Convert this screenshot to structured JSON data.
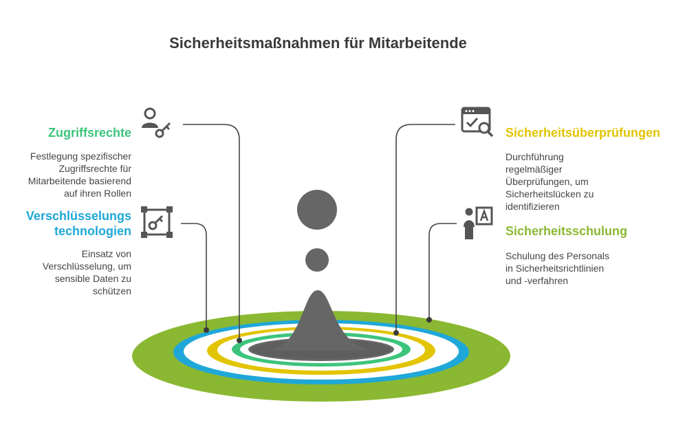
{
  "title": "Sicherheitsmaßnahmen für Mitarbeitende",
  "colors": {
    "green_dark": "#3cc47c",
    "yellow": "#e2c400",
    "blue": "#1fa7d8",
    "lime": "#8ab832",
    "gray": "#666666"
  },
  "items": [
    {
      "heading": "Zugriffsrechte",
      "description": [
        "Festlegung spezifischer",
        "Zugriffsrechte für",
        "Mitarbeitende basierend",
        "auf ihren Rollen"
      ],
      "icon": "user-key-icon"
    },
    {
      "heading": [
        "Verschlüsselungs",
        "technologien"
      ],
      "description": [
        "Einsatz von",
        "Verschlüsselung, um",
        "sensible Daten zu",
        "schützen"
      ],
      "icon": "key-frame-icon"
    },
    {
      "heading": "Sicherheitsüberprüfungen",
      "description": [
        "Durchführung",
        "regelmäßiger",
        "Überprüfungen, um",
        "Sicherheitslücken zu",
        "identifizieren"
      ],
      "icon": "browser-check-search-icon"
    },
    {
      "heading": "Sicherheitsschulung",
      "description": [
        "Schulung des Personals",
        "in Sicherheitsrichtlinien",
        "und -verfahren"
      ],
      "icon": "person-letter-a-icon"
    }
  ]
}
